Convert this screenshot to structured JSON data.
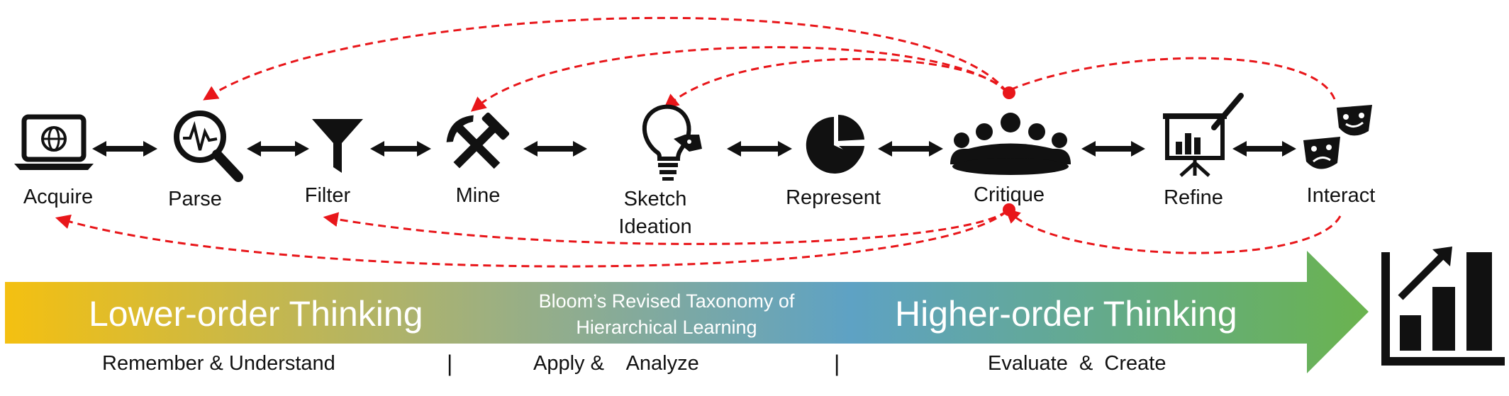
{
  "pipeline": {
    "steps": [
      {
        "label": "Acquire",
        "icon": "laptop-globe-icon"
      },
      {
        "label": "Parse",
        "icon": "magnifier-waveform-icon"
      },
      {
        "label": "Filter",
        "icon": "funnel-icon"
      },
      {
        "label": "Mine",
        "icon": "hammer-pickaxe-icon"
      },
      {
        "label_line1": "Sketch",
        "label_line2": "Ideation",
        "icon": "lightbulb-tag-icon"
      },
      {
        "label": "Represent",
        "icon": "pie-chart-icon"
      },
      {
        "label": "Critique",
        "icon": "meeting-people-icon"
      },
      {
        "label": "Refine",
        "icon": "presentation-board-icon"
      },
      {
        "label": "Interact",
        "icon": "theater-masks-icon"
      }
    ]
  },
  "banner": {
    "left_text": "Lower-order Thinking",
    "middle_line1": "Bloom’s Revised Taxonomy of",
    "middle_line2": "Hierarchical Learning",
    "right_text": "Higher-order Thinking",
    "gradient_colors": [
      "#f4c011",
      "#9fb07e",
      "#5ea2c4",
      "#6ab34f"
    ]
  },
  "levels": {
    "left": "Remember & Understand",
    "center": "Apply &    Analyze",
    "right": "Evaluate  &  Create",
    "separator": "|"
  },
  "colors": {
    "feedback": "#e8161a",
    "icon": "#111111"
  },
  "end_icon": "growth-chart-icon"
}
